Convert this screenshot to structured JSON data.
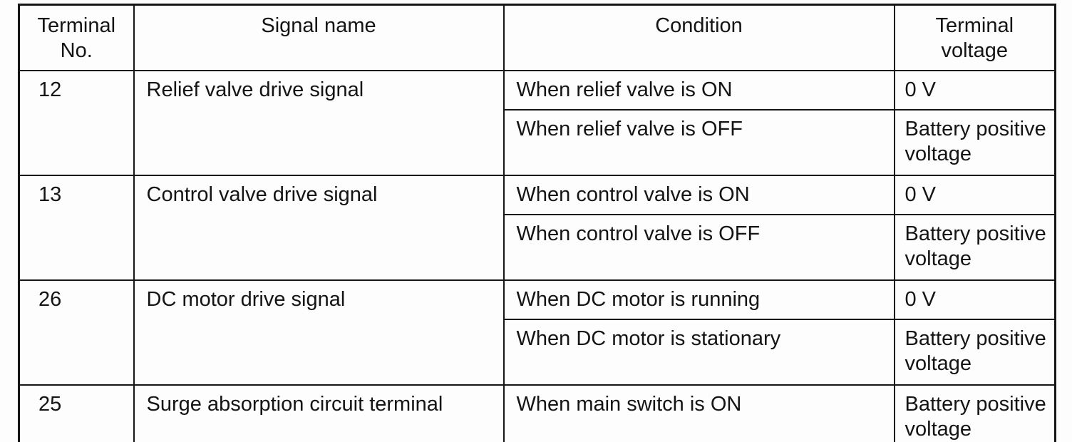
{
  "style": {
    "ink_color": "#161616",
    "paper_color": "#fdfdfd"
  },
  "table": {
    "headers": {
      "terminal_no": "Terminal\nNo.",
      "signal_name": "Signal name",
      "condition": "Condition",
      "terminal_voltage": "Terminal\nvoltage"
    },
    "rows": [
      {
        "terminal_no": "12",
        "signal_name": "Relief valve drive signal",
        "conditions": [
          {
            "condition": "When relief valve is ON",
            "voltage": "0 V"
          },
          {
            "condition": "When relief valve is OFF",
            "voltage": "Battery positive voltage"
          }
        ]
      },
      {
        "terminal_no": "13",
        "signal_name": "Control valve drive signal",
        "conditions": [
          {
            "condition": "When control valve is ON",
            "voltage": "0 V"
          },
          {
            "condition": "When control valve is OFF",
            "voltage": "Battery positive voltage"
          }
        ]
      },
      {
        "terminal_no": "26",
        "signal_name": "DC motor drive signal",
        "conditions": [
          {
            "condition": "When DC motor is running",
            "voltage": "0 V"
          },
          {
            "condition": "When DC motor is stationary",
            "voltage": "Battery positive voltage"
          }
        ]
      },
      {
        "terminal_no": "25",
        "signal_name": "Surge absorption circuit terminal",
        "conditions": [
          {
            "condition": "When main switch is ON",
            "voltage": "Battery positive voltage"
          }
        ]
      }
    ]
  }
}
